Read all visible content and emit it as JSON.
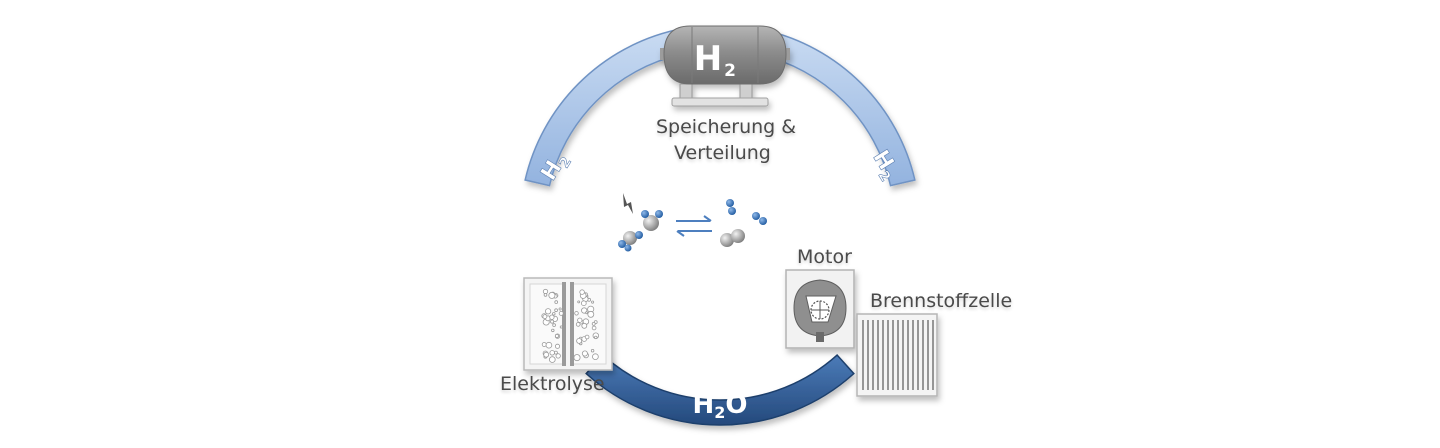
{
  "labels": {
    "storage_line1": "Speicherung &",
    "storage_line2": "Verteilung",
    "motor": "Motor",
    "fuel_cell": "Brennstoffzelle",
    "electrolysis": "Elektrolyse"
  },
  "tank": {
    "symbol": "H",
    "subscript": "2"
  },
  "arc_left": {
    "symbol": "H",
    "subscript": "2"
  },
  "arc_right": {
    "symbol": "H",
    "subscript": "2"
  },
  "arc_bottom": {
    "symbol": "H",
    "subscript": "2",
    "suffix": "O"
  },
  "colors": {
    "arc_light": "#a9c4e6",
    "arc_light_edge": "#6f93c4",
    "arc_dark": "#2f5f9a",
    "tank": "#8a8a8a",
    "molecule_blue": "#2f6fb6",
    "molecule_grey": "#9a9a9a"
  },
  "icons": [
    "lightning-icon",
    "equilibrium-arrows-icon",
    "water-molecule-icon",
    "hydrogen-molecule-icon",
    "oxygen-molecule-icon",
    "rotary-engine-icon",
    "fuel-cell-stack-icon",
    "electrolyzer-icon",
    "hydrogen-tank-icon"
  ]
}
